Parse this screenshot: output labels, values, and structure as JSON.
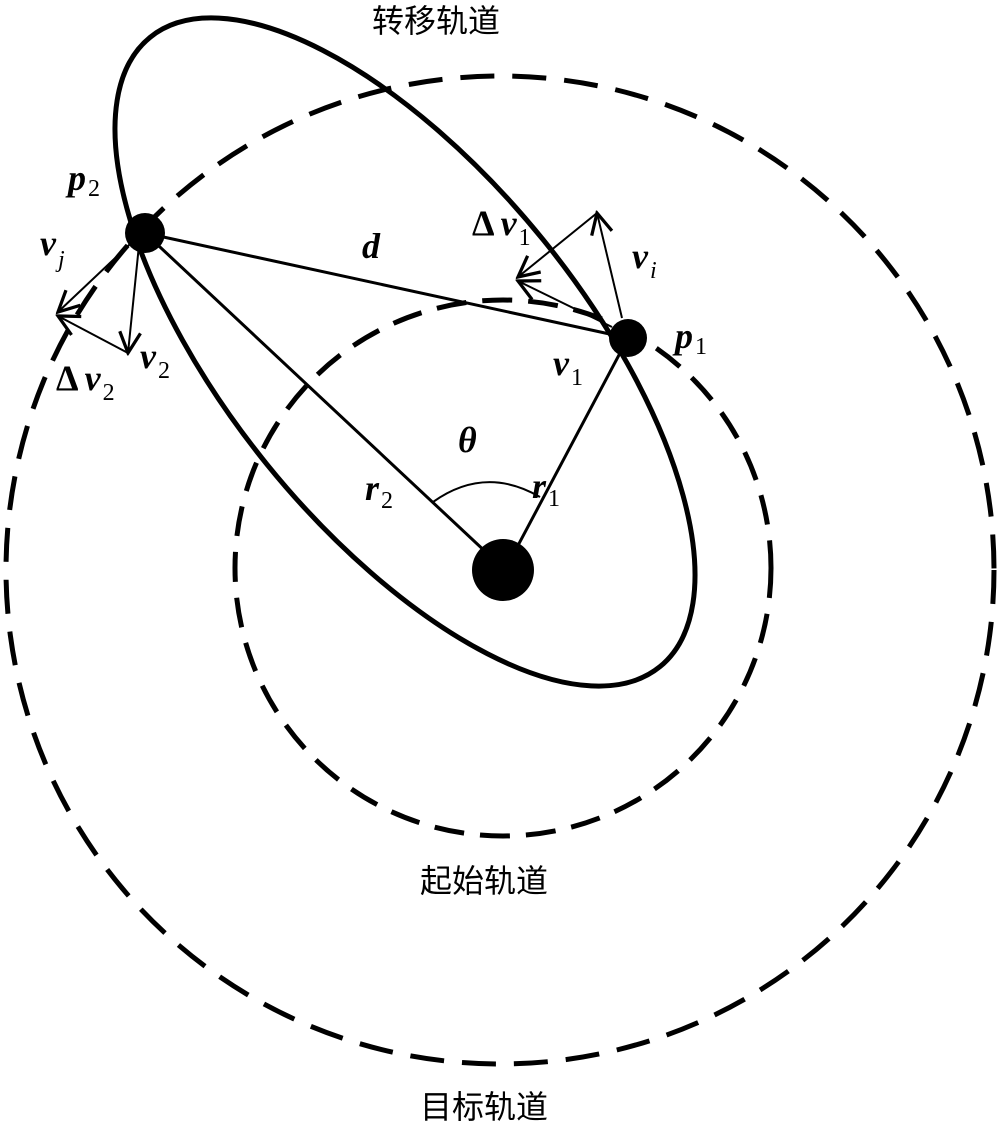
{
  "titles": {
    "transfer_orbit": "转移轨道",
    "initial_orbit": "起始轨道",
    "target_orbit": "目标轨道"
  },
  "labels": {
    "p2": {
      "main": "p",
      "sub": "2"
    },
    "p1": {
      "main": "p",
      "sub": "1"
    },
    "d": "d",
    "theta": "θ",
    "r1": {
      "main": "r",
      "sub": "1"
    },
    "r2": {
      "main": "r",
      "sub": "2"
    },
    "v1": {
      "main": "v",
      "sub": "1"
    },
    "v2": {
      "main": "v",
      "sub": "2"
    },
    "vi": {
      "main": "v",
      "sub": "i"
    },
    "vj": {
      "main": "v",
      "sub": "j"
    },
    "dv1": {
      "delta": "Δ",
      "main": "v",
      "sub": "1"
    },
    "dv2": {
      "delta": "Δ",
      "main": "v",
      "sub": "2"
    }
  }
}
